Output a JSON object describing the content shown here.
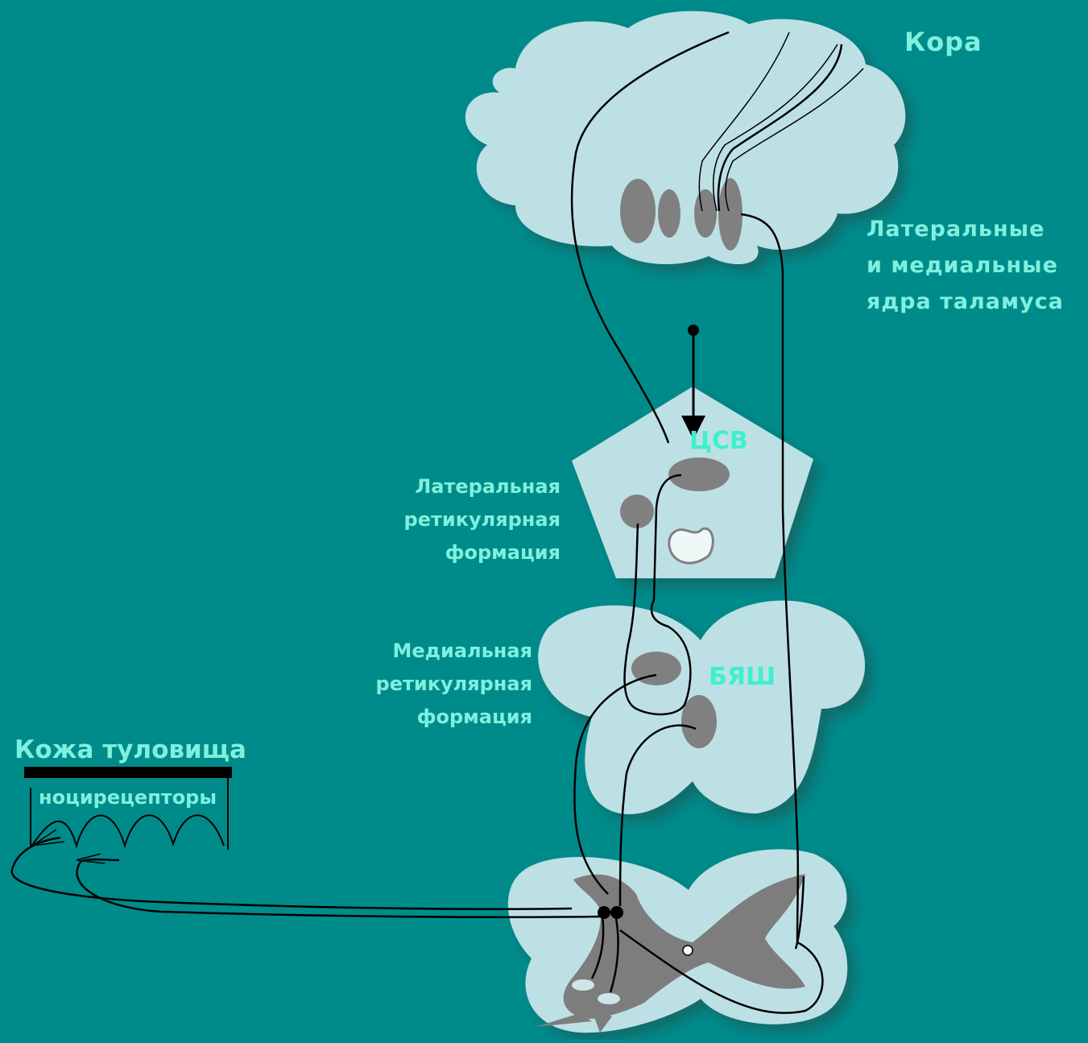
{
  "labels": {
    "cortex": "Кора",
    "thalamus_nuclei": [
      "Латеральные",
      "и медиальные",
      "ядра таламуса"
    ],
    "csv": "ЦСВ",
    "lateral_reticular": [
      "Латеральная",
      "ретикулярная",
      "формация"
    ],
    "medial_reticular": [
      "Медиальная",
      "ретикулярная",
      "формация"
    ],
    "byash": "БЯШ",
    "skin": "Кожа туловища",
    "nociceptors": "ноцирецепторы"
  },
  "colors": {
    "background": "#008b8b",
    "region_fill": "#bde0e4",
    "nucleus_fill": "#808080",
    "label_text": "#7ff0de",
    "line": "#000000"
  }
}
